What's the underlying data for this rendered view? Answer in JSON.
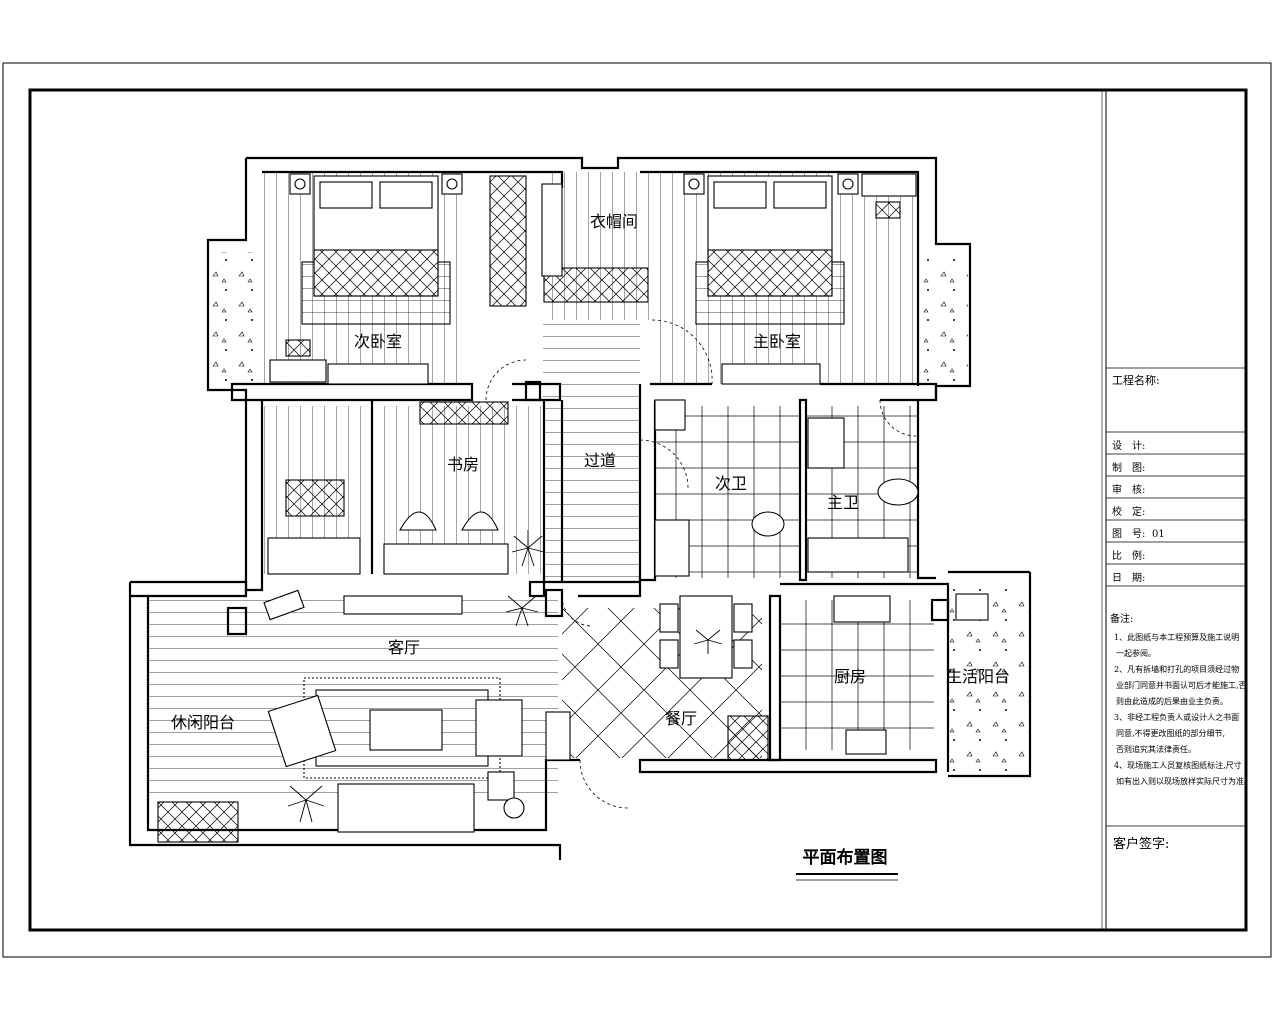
{
  "drawing": {
    "title": "平面布置图"
  },
  "rooms": {
    "second_bedroom": "次卧室",
    "cloakroom": "衣帽间",
    "master_bedroom": "主卧室",
    "study": "书房",
    "corridor": "过道",
    "second_bath": "次卫",
    "master_bath": "主卫",
    "living_room": "客厅",
    "leisure_balcony": "休闲阳台",
    "dining_room": "餐厅",
    "kitchen": "厨房",
    "service_balcony": "生活阳台"
  },
  "title_block": {
    "project_name_label": "工程名称:",
    "fields": [
      {
        "label": "设　计:",
        "value": ""
      },
      {
        "label": "制　图:",
        "value": ""
      },
      {
        "label": "审　核:",
        "value": ""
      },
      {
        "label": "校　定:",
        "value": ""
      },
      {
        "label": "图　号:",
        "value": "01"
      },
      {
        "label": "比　例:",
        "value": ""
      },
      {
        "label": "日　期:",
        "value": ""
      }
    ],
    "notes_title": "备注:",
    "notes": [
      "1、此图纸与本工程预算及施工说明",
      "一起参阅。",
      "2、凡有拆墙和打孔的项目须经过物",
      "业部门同意并书面认可后才能施工,否",
      "则由此造成的后果由业主负责。",
      "3、非经工程负责人或设计人之书面",
      "同意,不得更改图纸的部分细节,",
      "否则追究其法律责任。",
      "4、现场施工人员复核图纸标注,尺寸",
      "如有出入则以现场放样实际尺寸为准。"
    ],
    "client_sign_label": "客户签字:"
  }
}
